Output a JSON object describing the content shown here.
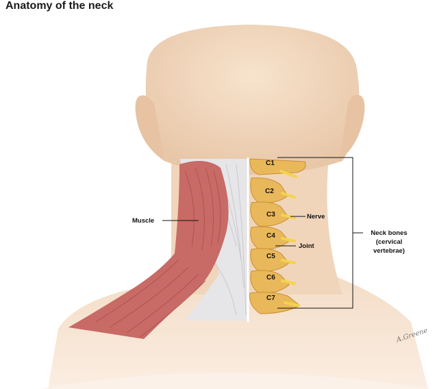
{
  "title": "Anatomy of the neck",
  "colors": {
    "skin": "#f2d7be",
    "skin_shadow": "#e6c3a5",
    "muscle": "#c86a66",
    "muscle_dark": "#a94a49",
    "fascia": "#e6e6e9",
    "bone": "#e9b85a",
    "bone_dark": "#c98f35",
    "nerve": "#f3d44c",
    "line": "#111111"
  },
  "labels": {
    "muscle": "Muscle",
    "nerve": "Nerve",
    "joint": "Joint",
    "neck_bones_1": "Neck bones",
    "neck_bones_2": "(cervical",
    "neck_bones_3": "vertebrae)"
  },
  "vertebrae": [
    "C1",
    "C2",
    "C3",
    "C4",
    "C5",
    "C6",
    "C7"
  ],
  "signature": "A.Greene"
}
